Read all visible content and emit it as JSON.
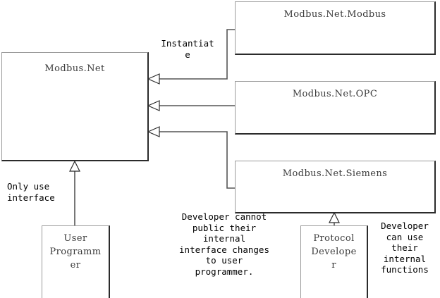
{
  "diagram": {
    "title": "Modbus.Net architecture layering diagram",
    "background": "#ffffff",
    "line_color": "#555555",
    "box_border_dark": "#2b2b2b",
    "box_border_light": "#9a9a9a",
    "text_color": "#3a3a3a"
  },
  "boxes": {
    "core": {
      "label": "Modbus.Net"
    },
    "modbus": {
      "label": "Modbus.Net.Modbus"
    },
    "opc": {
      "label": "Modbus.Net.OPC"
    },
    "siemens": {
      "label": "Modbus.Net.Siemens"
    },
    "user_programmer": {
      "label": "User\nProgramm\ner"
    },
    "protocol_developer": {
      "label": "Protocol\nDevelope\nr"
    }
  },
  "annotations": {
    "instantiate": "Instantiat\ne",
    "only_use_interface": "Only use\ninterface",
    "developer_cannot_public": "Developer cannot\npublic their\ninternal\ninterface changes\nto user\nprogrammer.",
    "developer_can_use": "Developer\ncan use\ntheir\ninternal\nfunctions"
  },
  "connectors": [
    {
      "name": "core-to-modbus",
      "type": "realization-arrow",
      "direction": "left"
    },
    {
      "name": "core-to-opc",
      "type": "realization-arrow",
      "direction": "left"
    },
    {
      "name": "core-to-siemens",
      "type": "realization-arrow",
      "direction": "left"
    },
    {
      "name": "user-programmer-to-core",
      "type": "generalization-arrow",
      "direction": "up"
    },
    {
      "name": "protocol-developer-to-siemens",
      "type": "generalization-arrow",
      "direction": "up"
    }
  ]
}
